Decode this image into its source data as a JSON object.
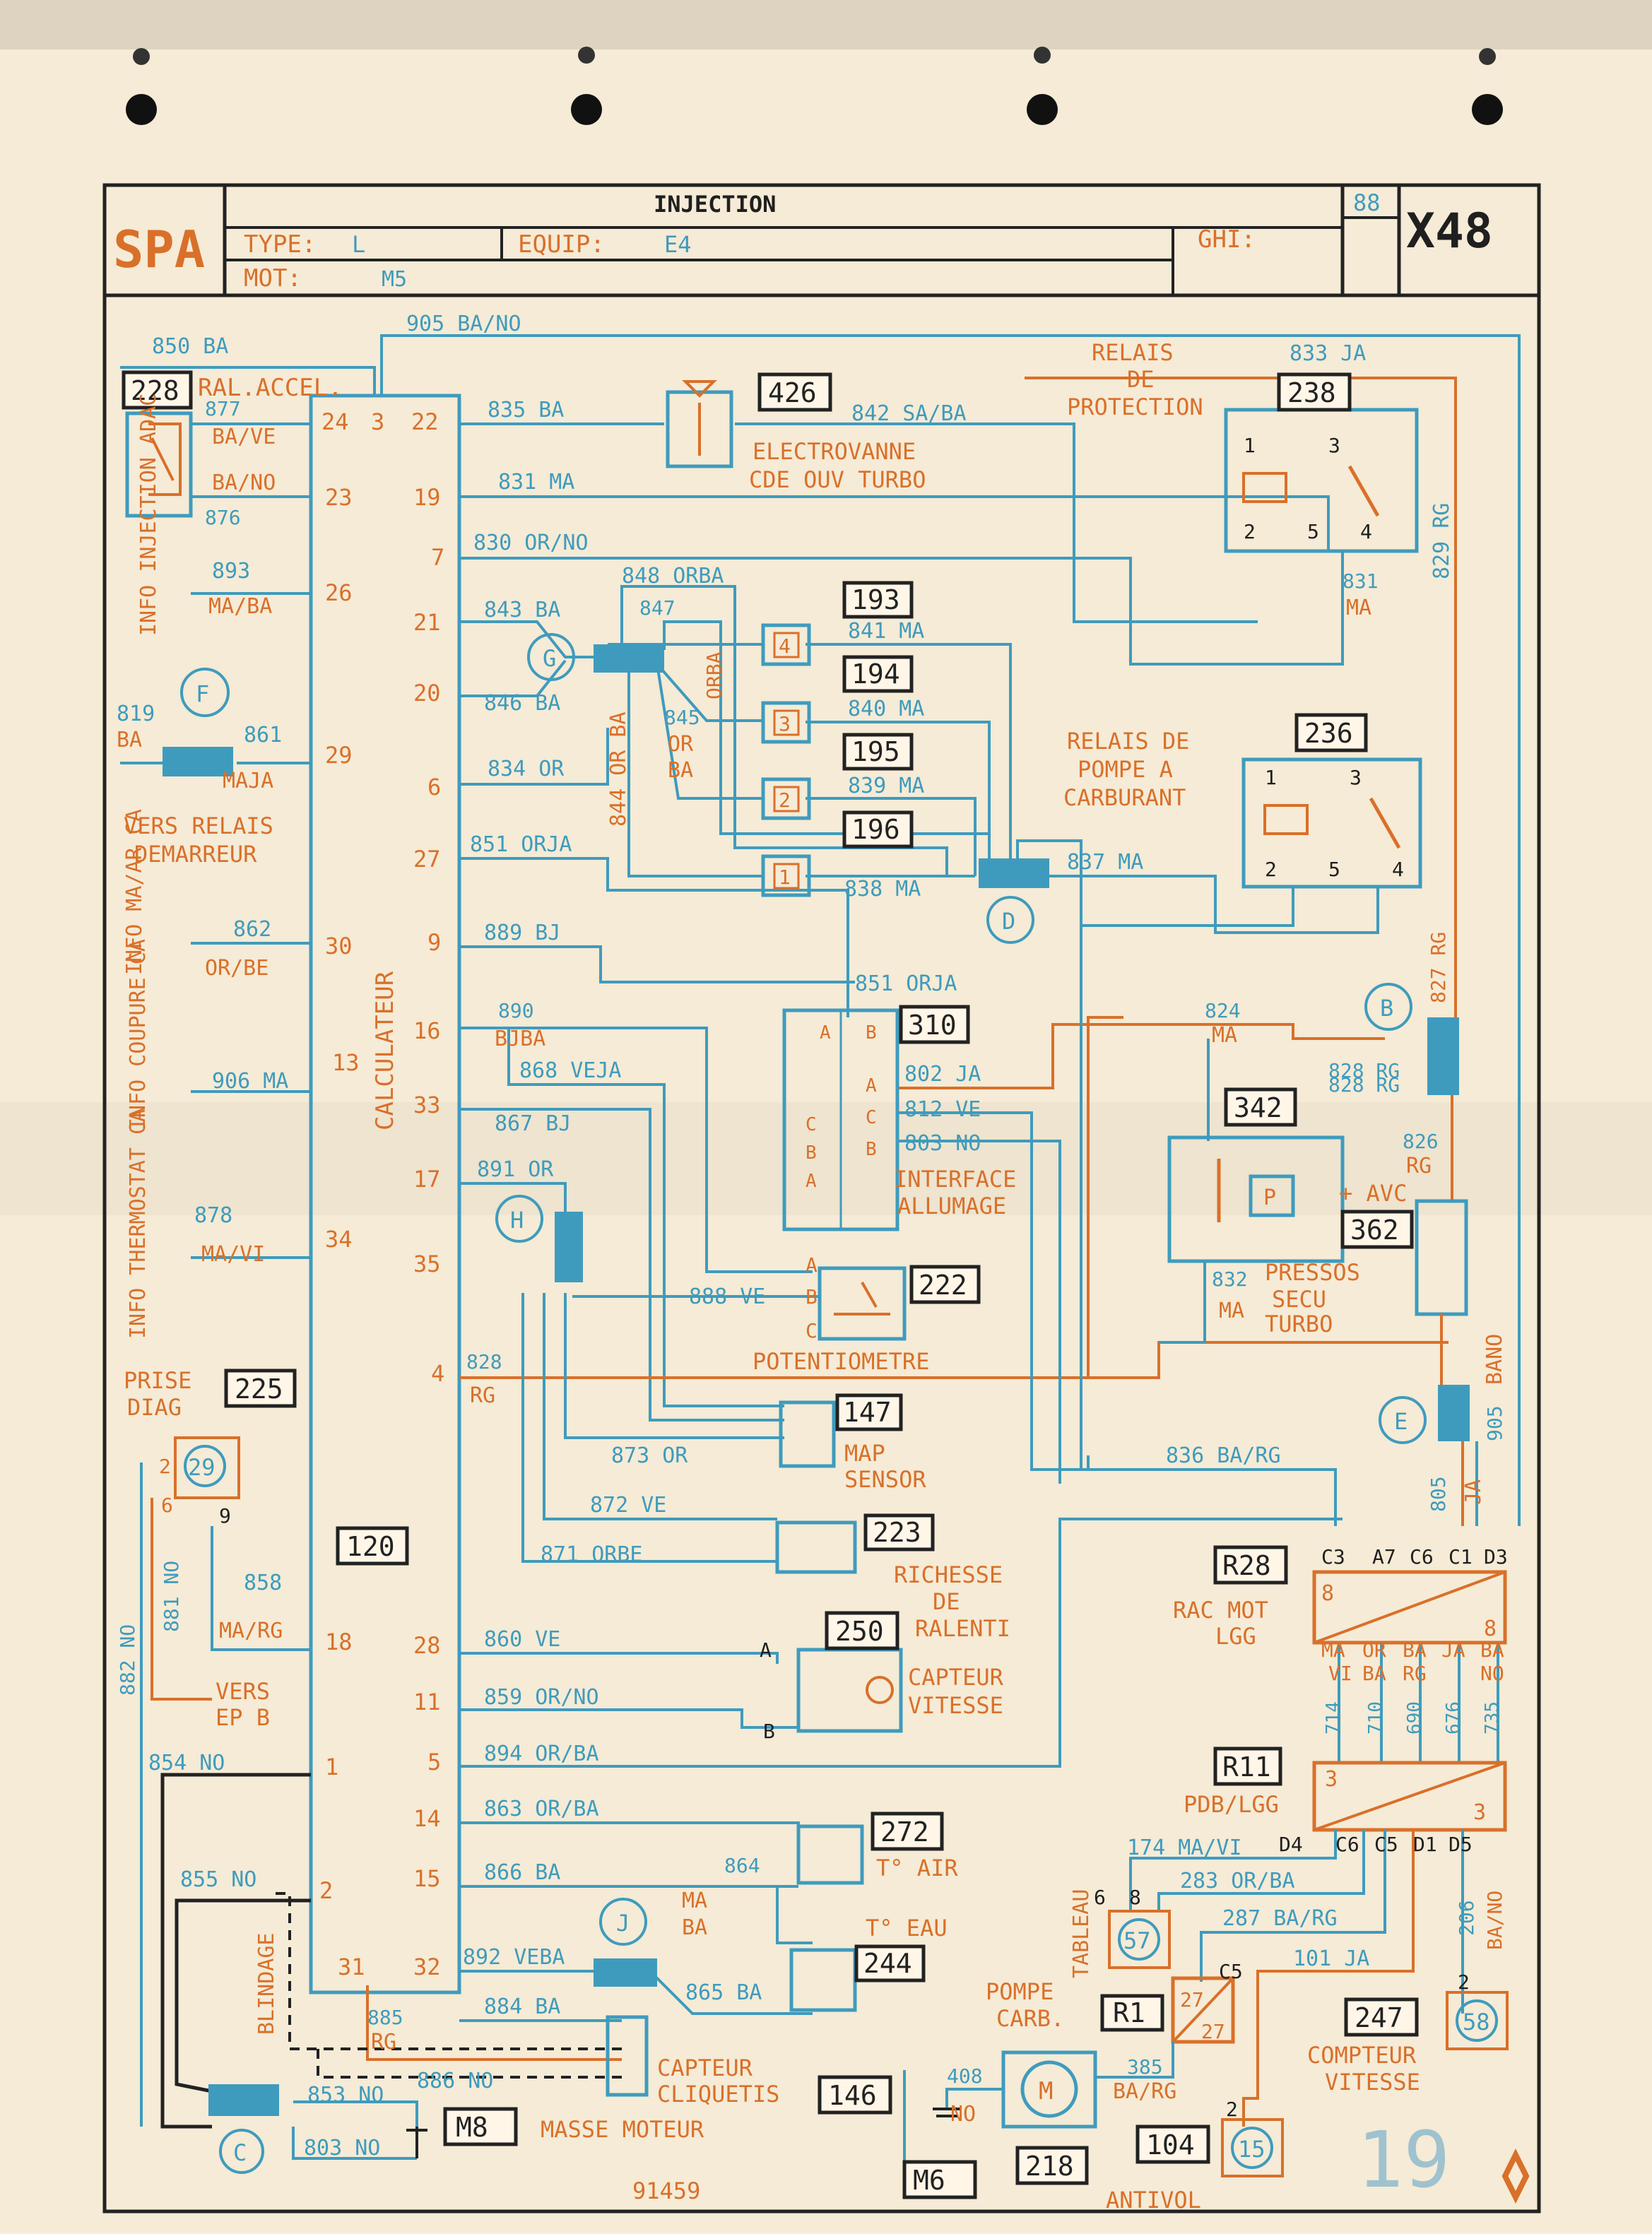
{
  "header": {
    "brand": "SPA",
    "title": "INJECTION",
    "type_label": "TYPE:",
    "type_value": "L",
    "equip_label": "EQUIP:",
    "equip_value": "E4",
    "mot_label": "MOT:",
    "mot_value": "M5",
    "ghi_label": "GHI:",
    "year": "88",
    "model": "X48"
  },
  "footer": {
    "doc_number": "91459",
    "page_number": "19"
  },
  "calculator": {
    "id": "120",
    "label": "CALCULATEUR",
    "left_pins": [
      "24",
      "3",
      "23",
      "26",
      "29",
      "30",
      "13",
      "34",
      "18",
      "1",
      "2",
      "31"
    ],
    "right_pins": [
      "22",
      "19",
      "7",
      "21",
      "20",
      "6",
      "27",
      "9",
      "16",
      "33",
      "17",
      "35",
      "4",
      "28",
      "11",
      "5",
      "14",
      "15",
      "32"
    ]
  },
  "left_side": {
    "c228": {
      "id": "228",
      "label": "RAL.ACCEL.",
      "w877": "877",
      "w877_color": "BA/VE",
      "w876": "876",
      "w876_color": "BA/NO",
      "w850": "850 BA"
    },
    "info_inj": {
      "label": "INFO INJECTION ADAC",
      "wire": "893",
      "color": "MA/BA"
    },
    "relais_dem": {
      "label1": "VERS RELAIS",
      "label2": "DEMARREUR",
      "wire": "819",
      "wire_color": "BA",
      "wire861": "861",
      "wire861_color": "MAJA",
      "connector": "F"
    },
    "info_ca": {
      "label": "INFO MA/AR CA",
      "wire": "862",
      "color": "OR/BE"
    },
    "info_coupure": {
      "label": "INFO COUPURE CA",
      "wire": "906 MA"
    },
    "info_thermo": {
      "label": "INFO THERMOSTAT CA",
      "wire": "878",
      "color": "MA/VI"
    },
    "prise_diag": {
      "label1": "PRISE",
      "label2": "DIAG",
      "id": "225",
      "pin": "29",
      "p2": "2",
      "p6": "6",
      "p9": "9"
    },
    "w858": "858",
    "w858_color": "MA/RG",
    "w881": "881 NO",
    "w882": "882 NO",
    "vers_ep": {
      "label1": "VERS",
      "label2": "EP B"
    },
    "w854": "854 NO",
    "w855": "855 NO",
    "blindage": "BLINDAGE",
    "w885": "885",
    "w885_color": "RG",
    "w853": "853 NO",
    "w803": "803 NO",
    "w886": "886 NO",
    "masse": {
      "id": "M8",
      "label": "MASSE MOTEUR"
    },
    "connector_c": "C"
  },
  "top": {
    "w905": "905 BA/NO",
    "w835": "835 BA",
    "w831": "831 MA",
    "w830": "830 OR/NO",
    "c426": {
      "id": "426",
      "label1": "ELECTROVANNE",
      "label2": "CDE OUV TURBO",
      "wire": "842 SA/BA"
    },
    "relais_prot": {
      "label1": "RELAIS",
      "label2": "DE",
      "label3": "PROTECTION",
      "id": "238",
      "wire833": "833 JA",
      "wire829": "829 RG",
      "wire831": "831",
      "wire831_color": "MA",
      "p1": "1",
      "p2": "2",
      "p3": "3",
      "p4": "4",
      "p5": "5"
    },
    "relais_pompe": {
      "label1": "RELAIS DE",
      "label2": "POMPE A",
      "label3": "CARBURANT",
      "id": "236",
      "p1": "1",
      "p2": "2",
      "p3": "3",
      "p4": "4",
      "p5": "5"
    }
  },
  "injectors": {
    "w848": "848 ORBA",
    "w847": "847",
    "w847_color": "ORBA",
    "w843": "843 BA",
    "w846": "846 BA",
    "w845": "845",
    "w845_c1": "OR",
    "w845_c2": "BA",
    "w834": "834 OR",
    "w844": "844 OR BA",
    "w851": "851 ORJA",
    "w837": "837 MA",
    "connector_g": "G",
    "connector_d": "D",
    "items": [
      {
        "id": "193",
        "num": "4",
        "wire": "841 MA"
      },
      {
        "id": "194",
        "num": "3",
        "wire": "840 MA"
      },
      {
        "id": "195",
        "num": "2",
        "wire": "839 MA"
      },
      {
        "id": "196",
        "num": "1",
        "wire": "838 MA"
      }
    ]
  },
  "middle": {
    "w889": "889 BJ",
    "w890": "890",
    "w890_color": "BJBA",
    "w868": "868 VEJA",
    "w867": "867 BJ",
    "w891": "891 OR",
    "w828": "828",
    "w828_color": "RG",
    "connector_h": "H",
    "c310": {
      "id": "310",
      "label1": "INTERFACE",
      "label2": "ALLUMAGE",
      "w851": "851 ORJA",
      "w802": "802 JA",
      "w812": "812 VE",
      "w803": "803 NO",
      "pins_a": "A",
      "pins_b": "B",
      "pins_c": "C"
    },
    "c222": {
      "id": "222",
      "label": "POTENTIOMETRE",
      "wire": "888 VE",
      "pa": "A",
      "pb": "B",
      "pc": "C"
    },
    "c147": {
      "id": "147",
      "label1": "MAP",
      "label2": "SENSOR",
      "wire": "873 OR"
    },
    "c223": {
      "id": "223",
      "label1": "RICHESSE",
      "label2": "DE",
      "label3": "RALENTI",
      "w872": "872 VE",
      "w871": "871 ORBE"
    },
    "c250": {
      "id": "250",
      "label1": "CAPTEUR",
      "label2": "VITESSE",
      "w860": "860 VE",
      "w859": "859 OR/NO",
      "pa": "A",
      "pb": "B"
    },
    "w894": "894 OR/BA",
    "c272": {
      "id": "272",
      "label": "T° AIR",
      "wire": "863 OR/BA",
      "w864": "864"
    },
    "c244": {
      "id": "244",
      "label": "T° EAU",
      "w866": "866 BA",
      "w865": "865 BA",
      "ma": "MA",
      "ba": "BA"
    },
    "w892": "892 VEBA",
    "w884": "884 BA",
    "connector_j": "J",
    "c146": {
      "id": "146",
      "label1": "CAPTEUR",
      "label2": "CLIQUETIS"
    }
  },
  "right": {
    "c342": {
      "id": "342",
      "label1": "PRESSOS",
      "label2": "SECU",
      "label3": "TURBO",
      "w824": "824",
      "w824_color": "MA",
      "w832": "832",
      "w832_color": "MA",
      "p": "P"
    },
    "c362": {
      "id": "362",
      "label": "+ AVC",
      "w826": "826",
      "w826_color": "RG"
    },
    "w827": "827 RG",
    "w828a": "828 RG",
    "w828b": "828 RG",
    "connector_b": "B",
    "connector_e": "E",
    "w905b": "905",
    "w905b_color": "BANO",
    "w805": "805",
    "w805_color": "JA",
    "w836": "836 BA/RG",
    "r28": {
      "id": "R28",
      "label1": "RAC MOT",
      "label2": "LGG",
      "pins": [
        "C3",
        "A7",
        "C6",
        "C1",
        "D3"
      ],
      "n1": "8",
      "n2": "8"
    },
    "r28_wires": [
      {
        "num": "714",
        "c1": "MA",
        "c2": "VI"
      },
      {
        "num": "710",
        "c1": "OR",
        "c2": "BA"
      },
      {
        "num": "690",
        "c1": "BA",
        "c2": "RG"
      },
      {
        "num": "676",
        "c1": "JA",
        "c2": ""
      },
      {
        "num": "735",
        "c1": "BA",
        "c2": "NO"
      }
    ],
    "r11": {
      "id": "R11",
      "label": "PDB/LGG",
      "pins": [
        "D4",
        "C6",
        "C5",
        "D1",
        "D5"
      ],
      "n1": "3",
      "n2": "3"
    },
    "w174": "174 MA/VI",
    "w283": "283 OR/BA",
    "w287": "287 BA/RG",
    "w101": "101 JA",
    "w206": "206",
    "w206_color": "BA/NO",
    "tableau": {
      "label": "TABLEAU",
      "pin": "57",
      "p6": "6",
      "p8": "8"
    },
    "r1": {
      "id": "R1",
      "p27a": "27",
      "p27b": "27",
      "c5": "C5"
    },
    "c247": {
      "id": "247",
      "label1": "COMPTEUR",
      "label2": "VITESSE",
      "pin": "58",
      "p2": "2"
    },
    "pompe": {
      "label1": "POMPE",
      "label2": "CARB.",
      "id": "218",
      "w408": "408",
      "w408_color": "NO",
      "w385": "385",
      "w385_color": "BA/RG",
      "m": "M"
    },
    "m6": "M6",
    "antivol": {
      "id": "104",
      "label": "ANTIVOL",
      "pin": "15",
      "p2": "2"
    }
  }
}
